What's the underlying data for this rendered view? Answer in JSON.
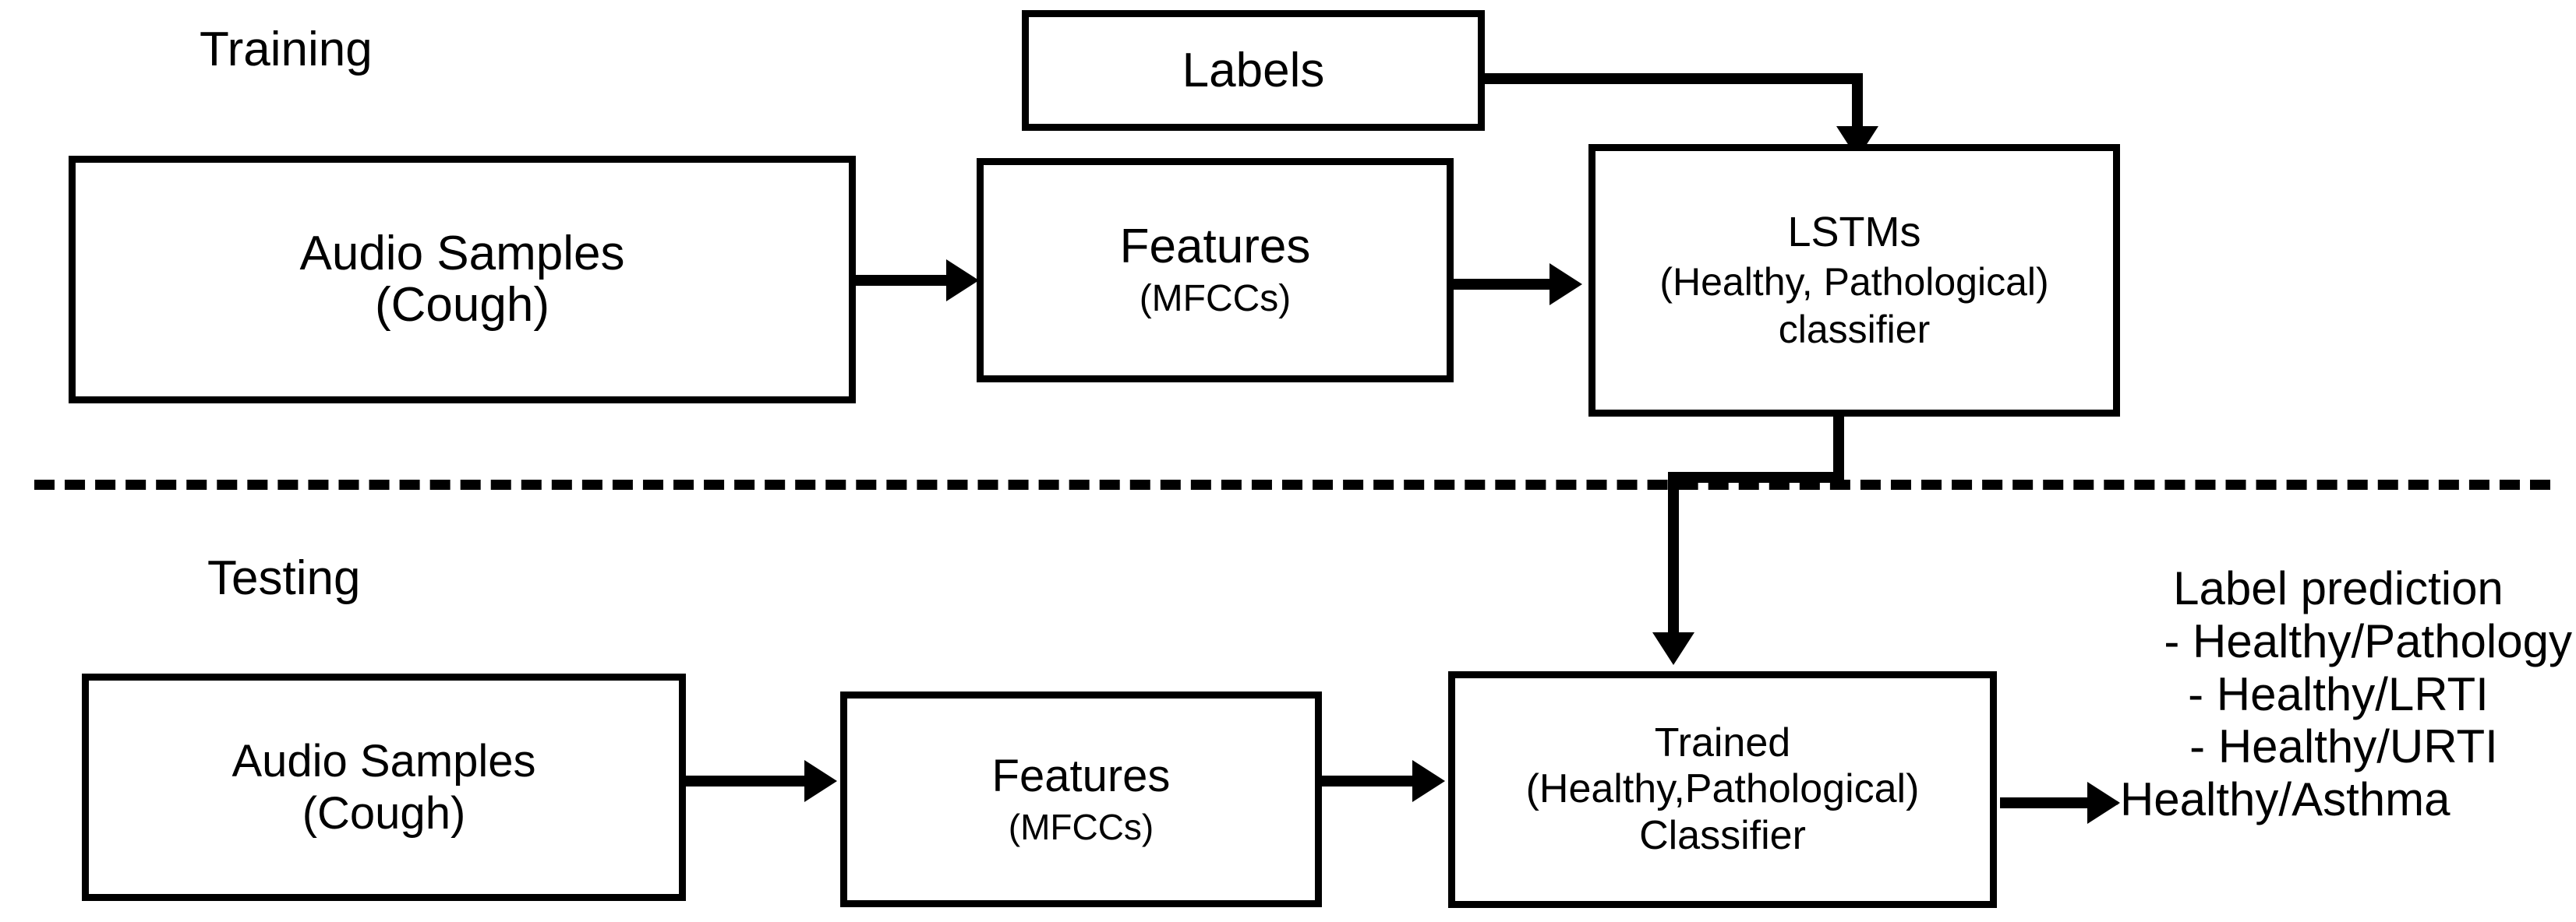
{
  "diagram": {
    "title_training": "Training",
    "title_testing": "Testing",
    "divider": "dashed-separator",
    "training": {
      "labels_box": {
        "line1": "Labels"
      },
      "audio_box": {
        "line1": "Audio Samples",
        "line2": "(Cough)"
      },
      "features_box": {
        "line1": "Features",
        "line2": "(MFCCs)"
      },
      "model_box": {
        "line1": "LSTMs",
        "line2": "(Healthy, Pathological)",
        "line3": "classifier"
      }
    },
    "testing": {
      "audio_box": {
        "line1": "Audio Samples",
        "line2": "(Cough)"
      },
      "features_box": {
        "line1": "Features",
        "line2": "(MFCCs)"
      },
      "classifier_box": {
        "line1": "Trained",
        "line2": "(Healthy,Pathological)",
        "line3": "Classifier"
      },
      "prediction": {
        "heading": "Label prediction",
        "items": [
          "- Healthy/Pathology",
          "- Healthy/LRTI",
          "- Healthy/URTI",
          "-Healthy/Asthma"
        ]
      }
    },
    "colors": {
      "stroke": "#000000",
      "background": "#ffffff"
    }
  }
}
